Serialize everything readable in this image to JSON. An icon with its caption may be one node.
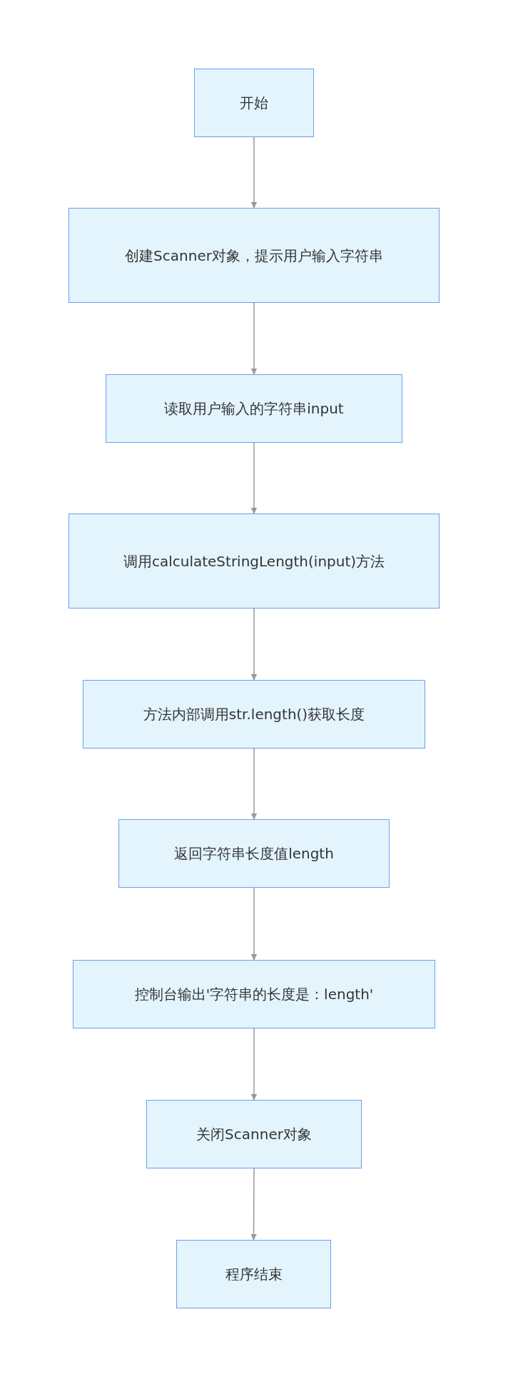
{
  "diagram": {
    "nodes": [
      {
        "text": [
          "开始"
        ]
      },
      {
        "text": [
          "创建Scanner对象，提示用户输入字符串"
        ]
      },
      {
        "text": [
          "读取用户输入的字符串input"
        ]
      },
      {
        "text": [
          "调用calculateStringLength(input)方法"
        ]
      },
      {
        "text": [
          "方法内部调用str.length()获取长度"
        ]
      },
      {
        "text": [
          "返回字符串长度值length"
        ]
      },
      {
        "text": [
          "控制台输出'字符串的长度是：length'"
        ]
      },
      {
        "text": [
          "关闭Scanner对象"
        ]
      },
      {
        "text": [
          "程序结束"
        ]
      }
    ],
    "edges": [
      {
        "from": 0,
        "to": 1,
        "arrow": "to"
      },
      {
        "from": 1,
        "to": 2,
        "arrow": "to"
      },
      {
        "from": 2,
        "to": 3,
        "arrow": "to"
      },
      {
        "from": 3,
        "to": 4,
        "arrow": "to"
      },
      {
        "from": 4,
        "to": 5,
        "arrow": "to"
      },
      {
        "from": 5,
        "to": 6,
        "arrow": "to"
      },
      {
        "from": 6,
        "to": 7,
        "arrow": "to"
      },
      {
        "from": 7,
        "to": 8,
        "arrow": "to"
      }
    ]
  }
}
